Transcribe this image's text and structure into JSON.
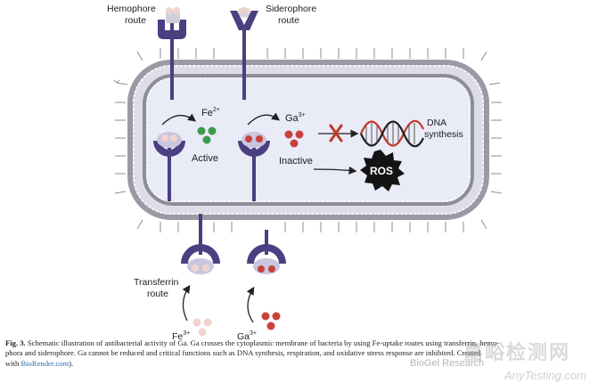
{
  "labels": {
    "hemophore_line1": "Hemophore",
    "hemophore_line2": "route",
    "siderophore_line1": "Siderophore",
    "siderophore_line2": "route",
    "fe2_base": "Fe",
    "fe2_sup": "2+",
    "ga3_top_base": "Ga",
    "ga3_top_sup": "3+",
    "active": "Active",
    "inactive": "Inactive",
    "dna_line1": "DNA",
    "dna_line2": "synthesis",
    "ros": "ROS",
    "transferrin_line1": "Transferrin",
    "transferrin_line2": "route",
    "fe3_base": "Fe",
    "fe3_sup": "3+",
    "ga3_bottom_base": "Ga",
    "ga3_bottom_sup": "3+"
  },
  "caption": {
    "fig_label": "Fig. 3.",
    "line1": "Schematic illustration of antibacterial activity of Ga. Ga crosses the cytoplasmic membrane of bacteria by using Fe-uptake routes using transferrin, hemo-",
    "line2": "phora and siderophore. Ga cannot be reduced and critical functions such as DNA synthesis, respiration, and oxidative stress response are inhibited. Created",
    "line3_prefix": "with",
    "link": "BioRender.com",
    "line3_suffix": ")."
  },
  "watermark": {
    "cn": "嘉峪检测网",
    "en": "AnyTesting.com",
    "account": "BioGel Research"
  },
  "colors": {
    "membrane_purple": "#4a3f80",
    "iron_green": "#3e9a48",
    "gallium_red": "#c9403d",
    "pale_pink": "#f1d3ce",
    "cell_fill": "#e9ebf6",
    "ros_black": "#141414",
    "dna_red": "#c0392b"
  }
}
